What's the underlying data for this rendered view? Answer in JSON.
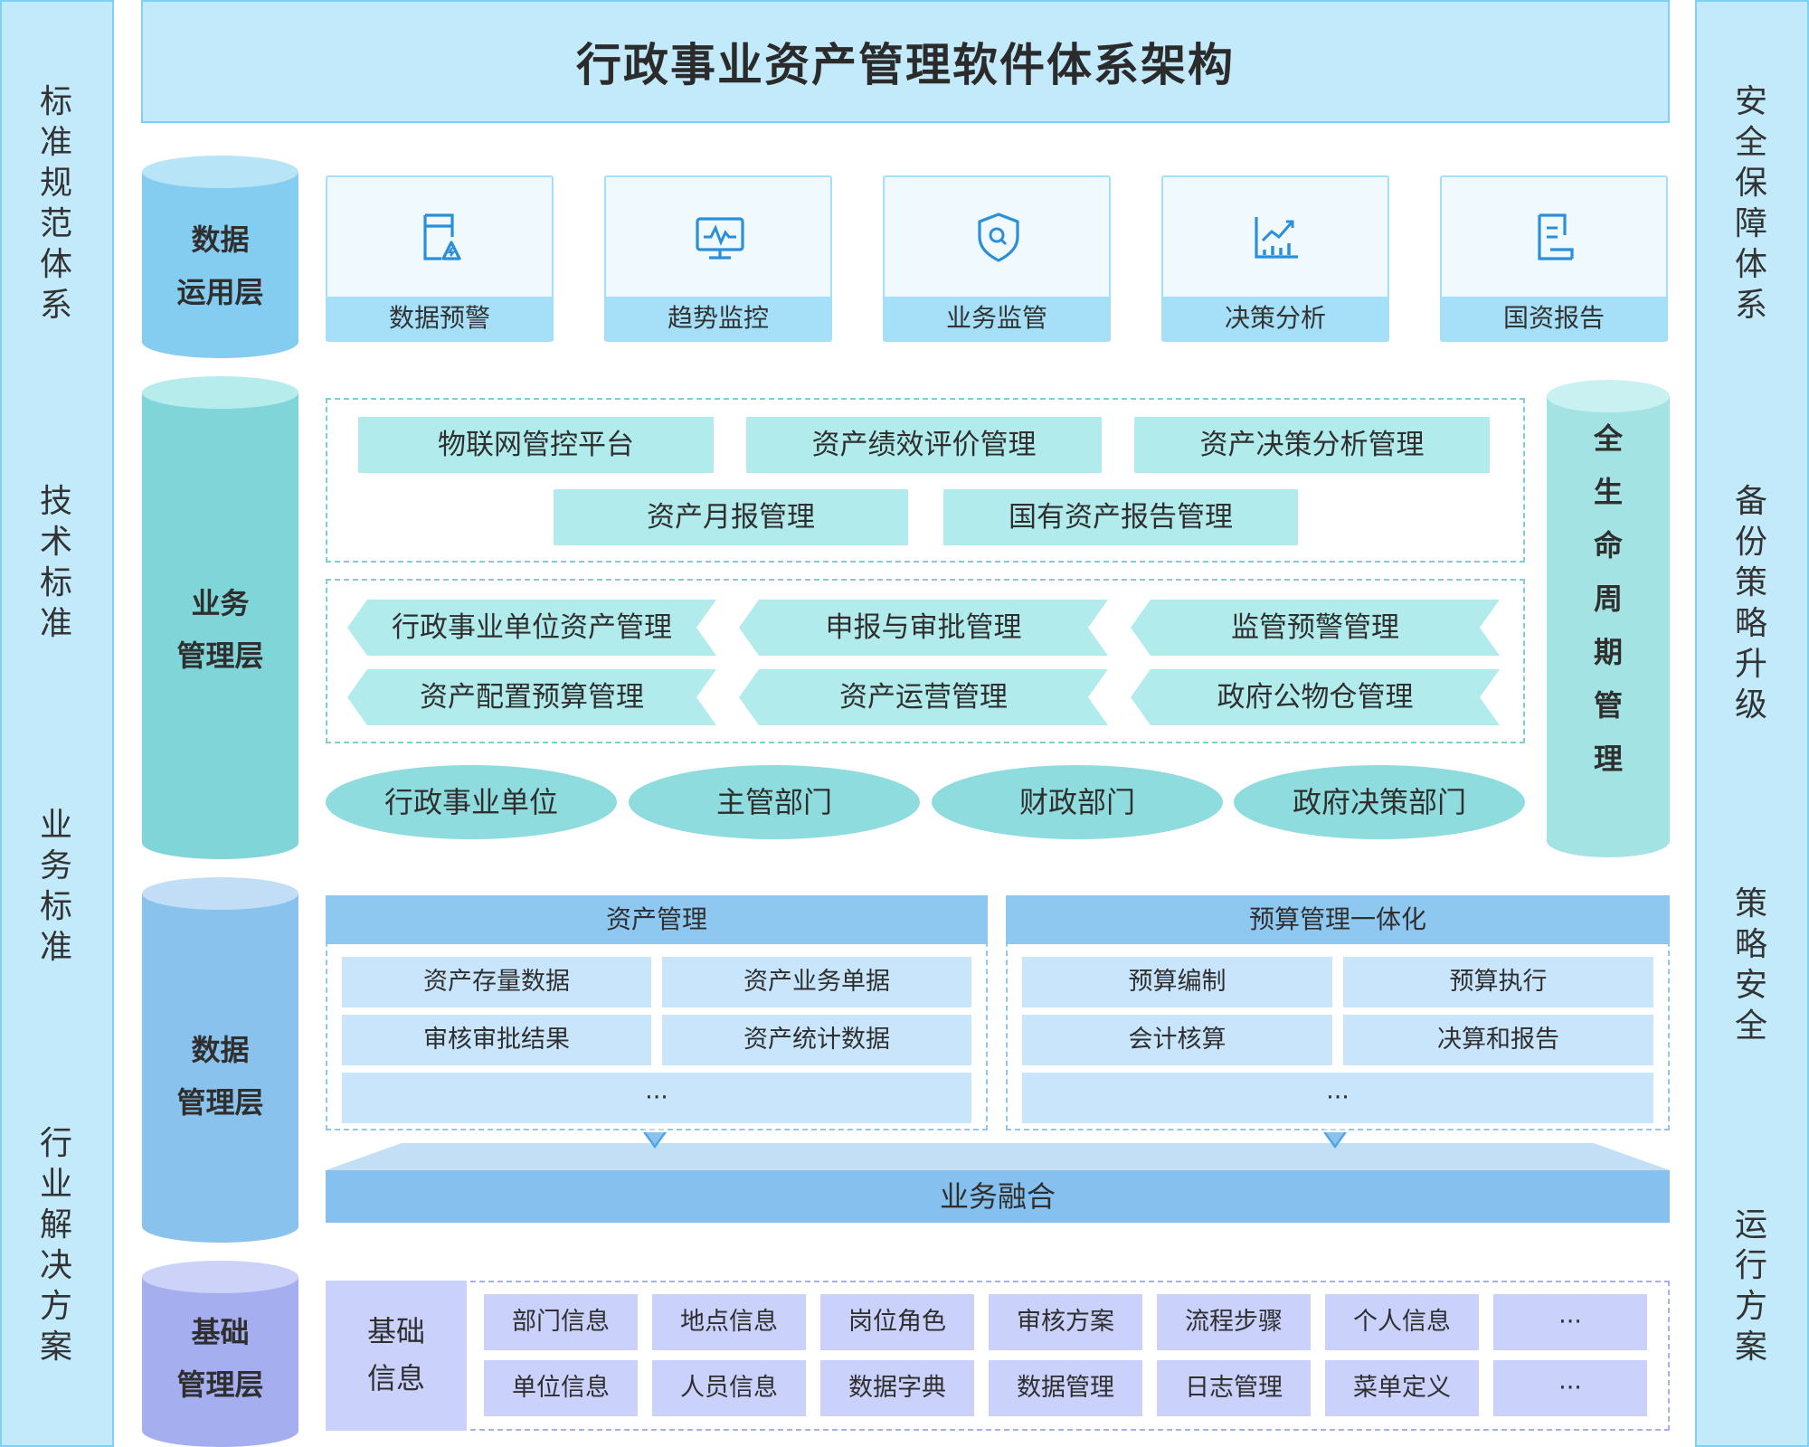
{
  "title": "行政事业资产管理软件体系架构",
  "left_labels": [
    "标\n准\n规\n范\n体\n系",
    "技\n术\n标\n准",
    "业\n务\n标\n准",
    "行\n业\n解\n决\n方\n案"
  ],
  "right_labels": [
    "安\n全\n保\n障\n体\n系",
    "备\n份\n策\n略\n升\n级",
    "策\n略\n安\n全",
    "运\n行\n方\n案"
  ],
  "layers": {
    "app": "数据\n运用层",
    "business": "业务\n管理层",
    "data": "数据\n管理层",
    "base": "基础\n管理层"
  },
  "app_cards": [
    {
      "label": "数据预警",
      "icon": "data-alert-icon"
    },
    {
      "label": "趋势监控",
      "icon": "trend-monitor-icon"
    },
    {
      "label": "业务监管",
      "icon": "shield-search-icon"
    },
    {
      "label": "决策分析",
      "icon": "chart-analysis-icon"
    },
    {
      "label": "国资报告",
      "icon": "report-document-icon"
    }
  ],
  "platforms_row1": [
    "物联网管控平台",
    "资产绩效评价管理",
    "资产决策分析管理"
  ],
  "platforms_row2": [
    "资产月报管理",
    "国有资产报告管理"
  ],
  "modules_row1": [
    "行政事业单位资产管理",
    "申报与审批管理",
    "监管预警管理"
  ],
  "modules_row2": [
    "资产配置预算管理",
    "资产运营管理",
    "政府公物仓管理"
  ],
  "departments": [
    "行政事业单位",
    "主管部门",
    "财政部门",
    "政府决策部门"
  ],
  "lifecycle": "全\n生\n命\n周\n期\n管\n理",
  "asset_panel": {
    "title": "资产管理",
    "cells": [
      "资产存量数据",
      "资产业务单据",
      "审核审批结果",
      "资产统计数据"
    ],
    "more": "···"
  },
  "budget_panel": {
    "title": "预算管理一体化",
    "cells": [
      "预算编制",
      "预算执行",
      "会计核算",
      "决算和报告"
    ],
    "more": "···"
  },
  "fusion": "业务融合",
  "base_info": {
    "title": "基础\n信息",
    "row1": [
      "部门信息",
      "地点信息",
      "岗位角色",
      "审核方案",
      "流程步骤",
      "个人信息",
      "···"
    ],
    "row2": [
      "单位信息",
      "人员信息",
      "数据字典",
      "数据管理",
      "日志管理",
      "菜单定义",
      "···"
    ]
  },
  "colors": {
    "sky": "#c3eafb",
    "teal": "#b2ebec",
    "blue": "#8ec8f1",
    "lavender": "#cad1fb"
  }
}
